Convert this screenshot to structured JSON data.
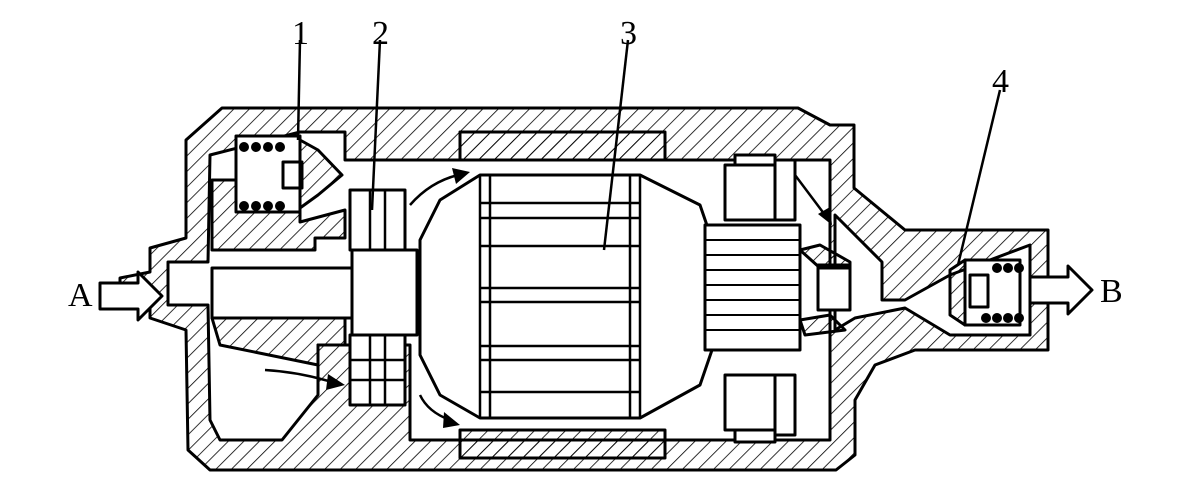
{
  "labels": {
    "part1": "1",
    "part2": "2",
    "part3": "3",
    "part4": "4",
    "inlet": "A",
    "outlet": "B"
  }
}
